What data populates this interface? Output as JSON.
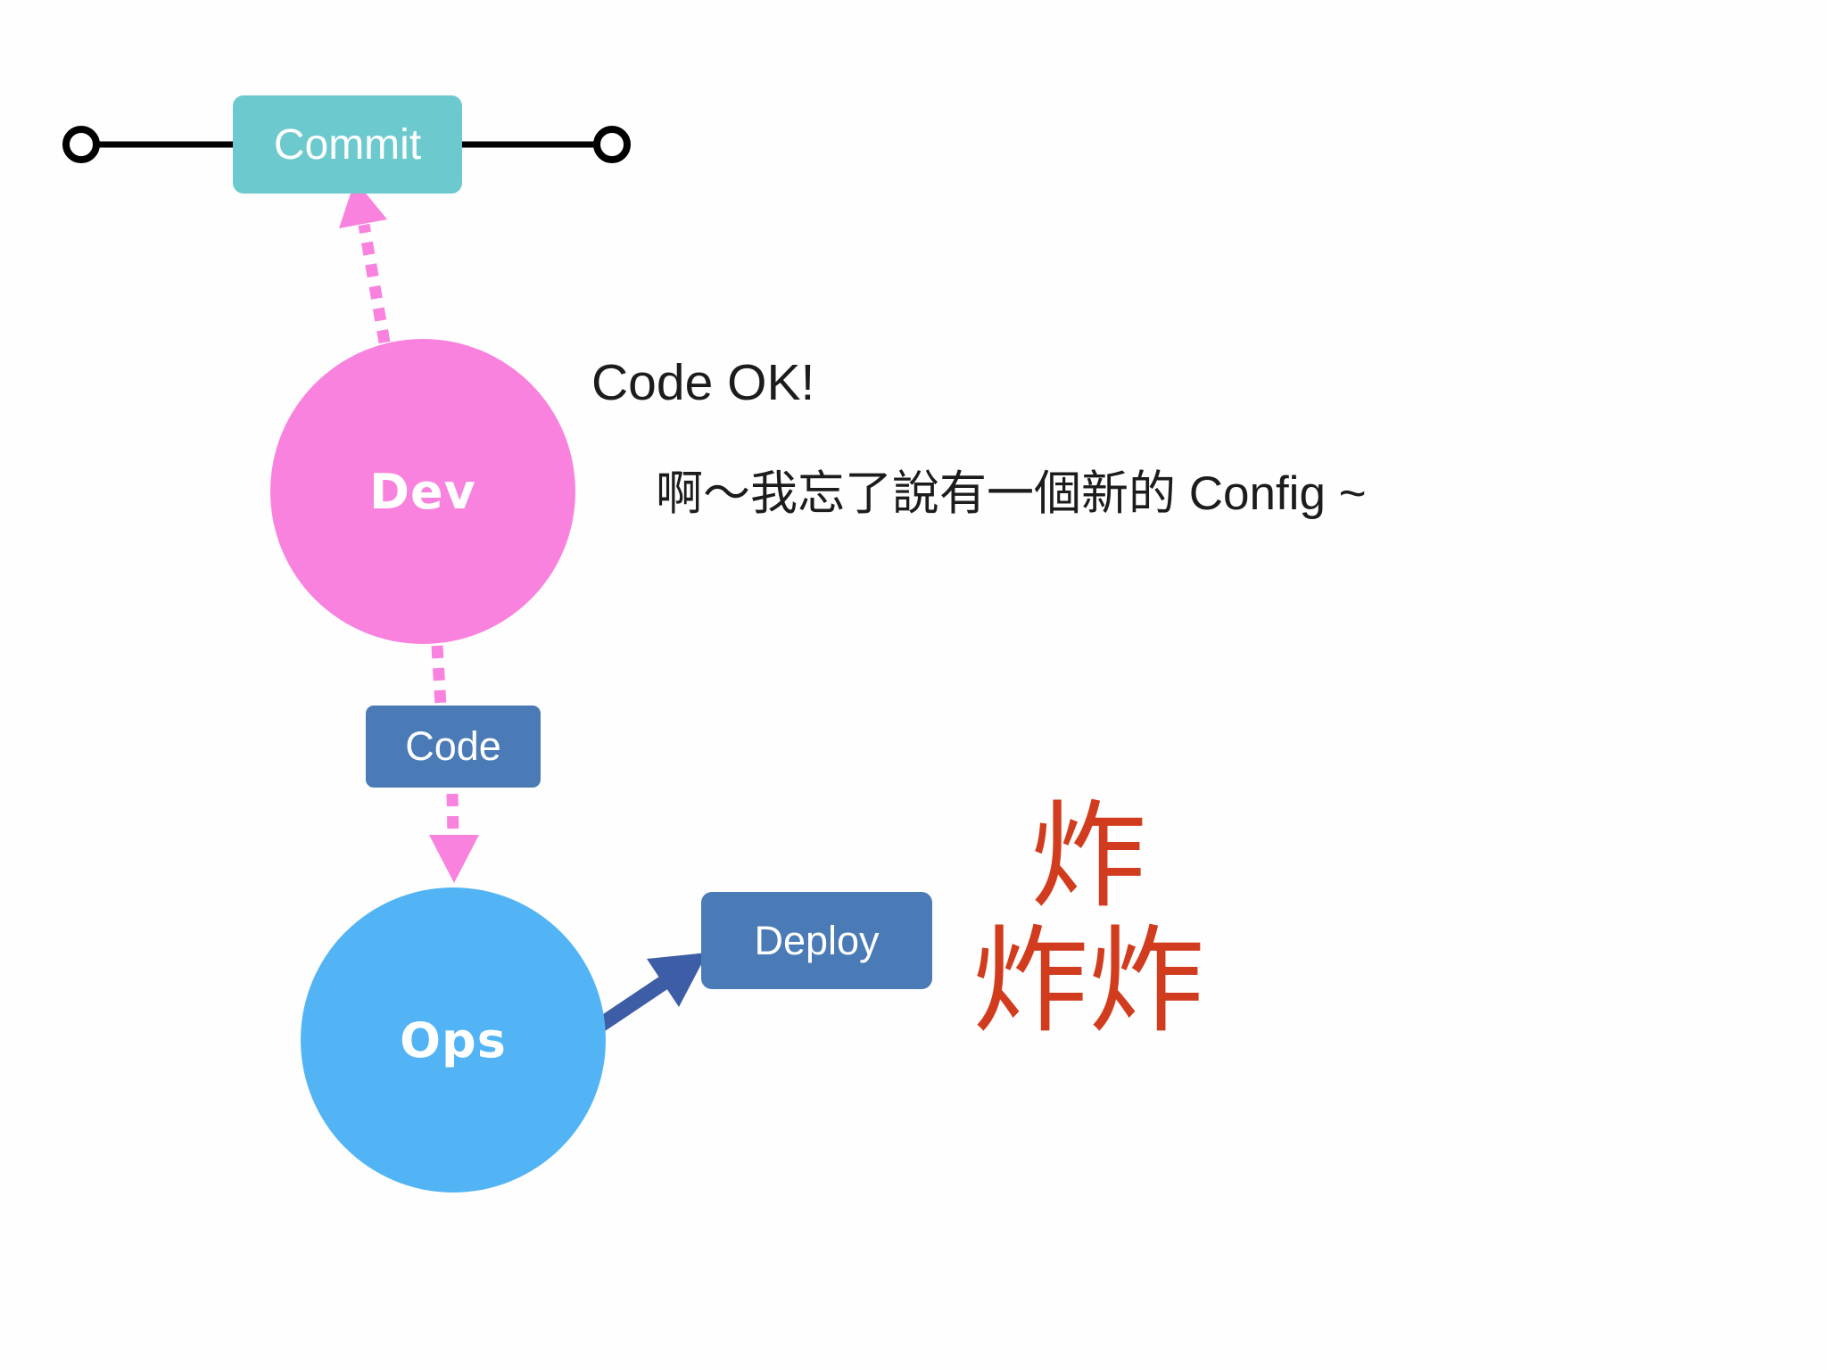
{
  "diagram": {
    "commit": {
      "label": "Commit"
    },
    "dev": {
      "label": "Dev"
    },
    "code": {
      "label": "Code"
    },
    "ops": {
      "label": "Ops"
    },
    "deploy": {
      "label": "Deploy"
    }
  },
  "notes": {
    "code_ok": "Code OK!",
    "forgot_config": "啊～我忘了說有一個新的 Config ~"
  },
  "explosion": {
    "line1": "炸",
    "line2": "炸炸"
  },
  "colors": {
    "commit": "#6CCACF",
    "dev": "#F882DD",
    "ops": "#52B4F5",
    "code_box": "#4A7BB7",
    "deploy_box": "#4A7BB7",
    "deploy_arrow": "#3D5EA6",
    "flow_arrow": "#F882DD",
    "timeline": "#000000",
    "explosion_text": "#D23C1E"
  }
}
